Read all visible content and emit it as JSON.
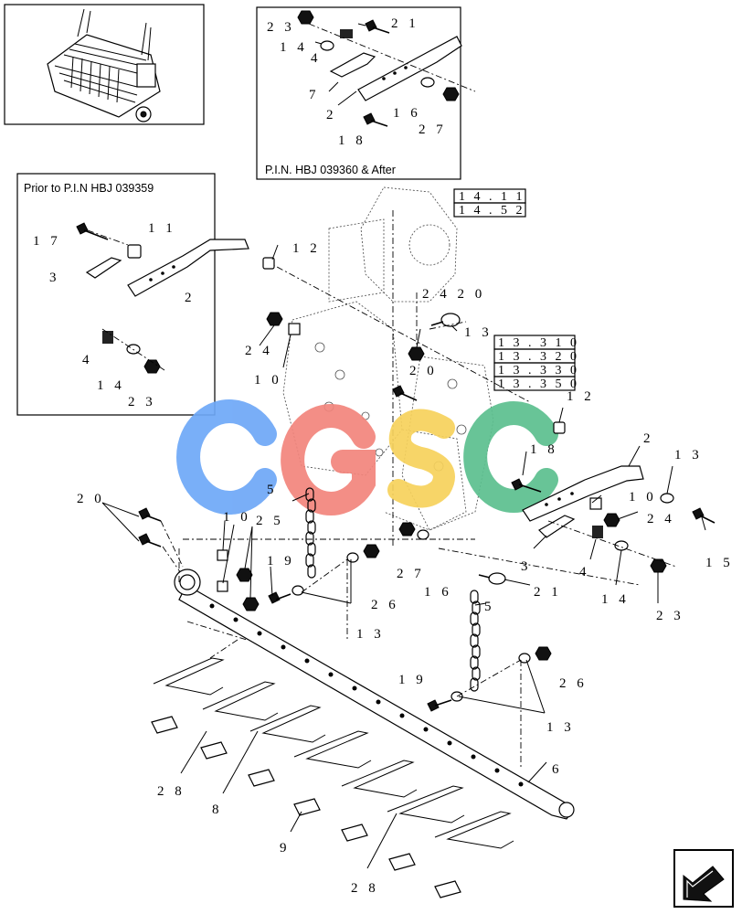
{
  "insets": {
    "prior": {
      "title": "Prior to P.I.N HBJ 039359"
    },
    "after": {
      "title": "P.I.N. HBJ 039360 & After"
    }
  },
  "watermark": {
    "letters": [
      "C",
      "G",
      "S",
      "C"
    ],
    "colors": [
      "#6ea8f7",
      "#f2857c",
      "#f7d25c",
      "#5cc08f"
    ]
  },
  "refs": {
    "group1": [
      "1 4 . 1 1",
      "1 4 . 5 2"
    ],
    "group2": [
      "1 3 . 3 1 0",
      "1 3 . 3 2 0",
      "1 3 . 3 3 0",
      "1 3 . 3 5 0"
    ]
  },
  "callouts": {
    "a_23": "2 3",
    "a_21": "2 1",
    "a_14": "1 4",
    "a_4": "4",
    "a_7": "7",
    "a_2": "2",
    "a_16": "1 6",
    "a_27": "2 7",
    "a_18": "1 8",
    "p_17": "1 7",
    "p_11": "1 1",
    "p_3": "3",
    "p_2": "2",
    "p_4": "4",
    "p_14": "1 4",
    "p_23": "2 3",
    "m_12a": "1 2",
    "m_24a": "2 4",
    "m_10a": "1 0",
    "m_2420": "2 4 2 0",
    "m_13a": "1 3",
    "m_20a": "2 0",
    "m_12b": "1 2",
    "m_18": "1 8",
    "m_2r": "2",
    "m_13r": "1 3",
    "m_10r": "1 0",
    "m_24r": "2 4",
    "m_15": "1 5",
    "m_3r": "3",
    "m_4r": "4",
    "m_14r": "1 4",
    "m_23r": "2 3",
    "m_21": "2 1",
    "m_5a": "5",
    "m_20l": "2 0",
    "m_10l": "1 0",
    "m_25": "2 5",
    "m_19a": "1 9",
    "m_27": "2 7",
    "m_16": "1 6",
    "m_26a": "2 6",
    "m_13b": "1 3",
    "m_5b": "5",
    "m_19b": "1 9",
    "m_26b": "2 6",
    "m_13c": "1 3",
    "m_6": "6",
    "m_28a": "2 8",
    "m_8": "8",
    "m_9": "9",
    "m_28b": "2 8"
  }
}
